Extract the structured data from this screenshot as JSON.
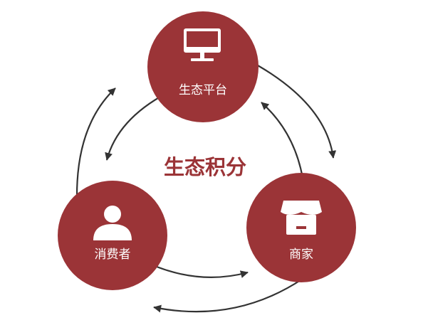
{
  "center_label": "生态积分",
  "colors": {
    "node_fill": "#9b3437",
    "arrow": "#333333",
    "center_text": "#9b3437",
    "icon": "#ffffff"
  },
  "nodes": [
    {
      "id": "platform",
      "label": "生态平台",
      "icon": "monitor-icon"
    },
    {
      "id": "consumer",
      "label": "消费者",
      "icon": "person-icon"
    },
    {
      "id": "merchant",
      "label": "商家",
      "icon": "storefront-icon"
    }
  ]
}
